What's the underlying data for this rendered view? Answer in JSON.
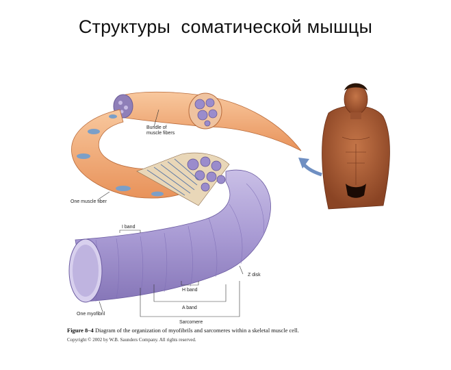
{
  "title": "Структуры  соматической мышцы",
  "labels": {
    "bundle": [
      "Bundle of",
      "muscle fibers"
    ],
    "one_fiber": "One muscle fiber",
    "i_band": "I band",
    "z_disk": "Z disk",
    "h_band": "H band",
    "a_band": "A band",
    "sarcomere": "Sarcomere",
    "one_myofibril": "One myofibril"
  },
  "caption": {
    "figure_label": "Figure 8–4",
    "text": " Diagram of the organization of myofibrils and sarcomeres within a skeletal muscle cell.",
    "copyright": "Copyright © 2002 by W.B. Saunders Company. All rights reserved."
  },
  "colors": {
    "muscle_orange": "#f0a672",
    "muscle_light": "#f8c89e",
    "fiber_blue": "#7b9fc8",
    "myofibril_purple": "#a99bd4",
    "body_skin": "#a85a33",
    "arrow_blue": "#6f8fc2"
  }
}
